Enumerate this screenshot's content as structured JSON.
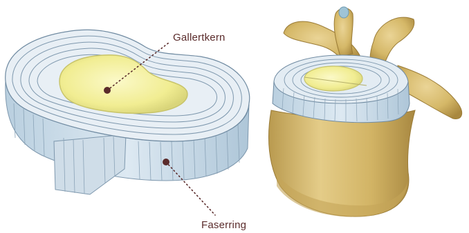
{
  "labels": {
    "nucleus": "Gallertkern",
    "annulus": "Faserring"
  },
  "colors": {
    "leader_line": "#5a2b2b",
    "disc_side": "#c9dbe8",
    "disc_top": "#e6eef4",
    "disc_ring_line": "#7d97ad",
    "nucleus_fill": "#f3f09a",
    "nucleus_edge": "#c8c46a",
    "bone": "#d8bd6e",
    "bone_shadow": "#b3944a",
    "bone_highlight": "#ecd89a",
    "spinous_tip": "#9fc4d6"
  },
  "icons": {
    "disc": "intervertebral-disc-illustration",
    "vertebra": "vertebra-with-disc-illustration"
  }
}
